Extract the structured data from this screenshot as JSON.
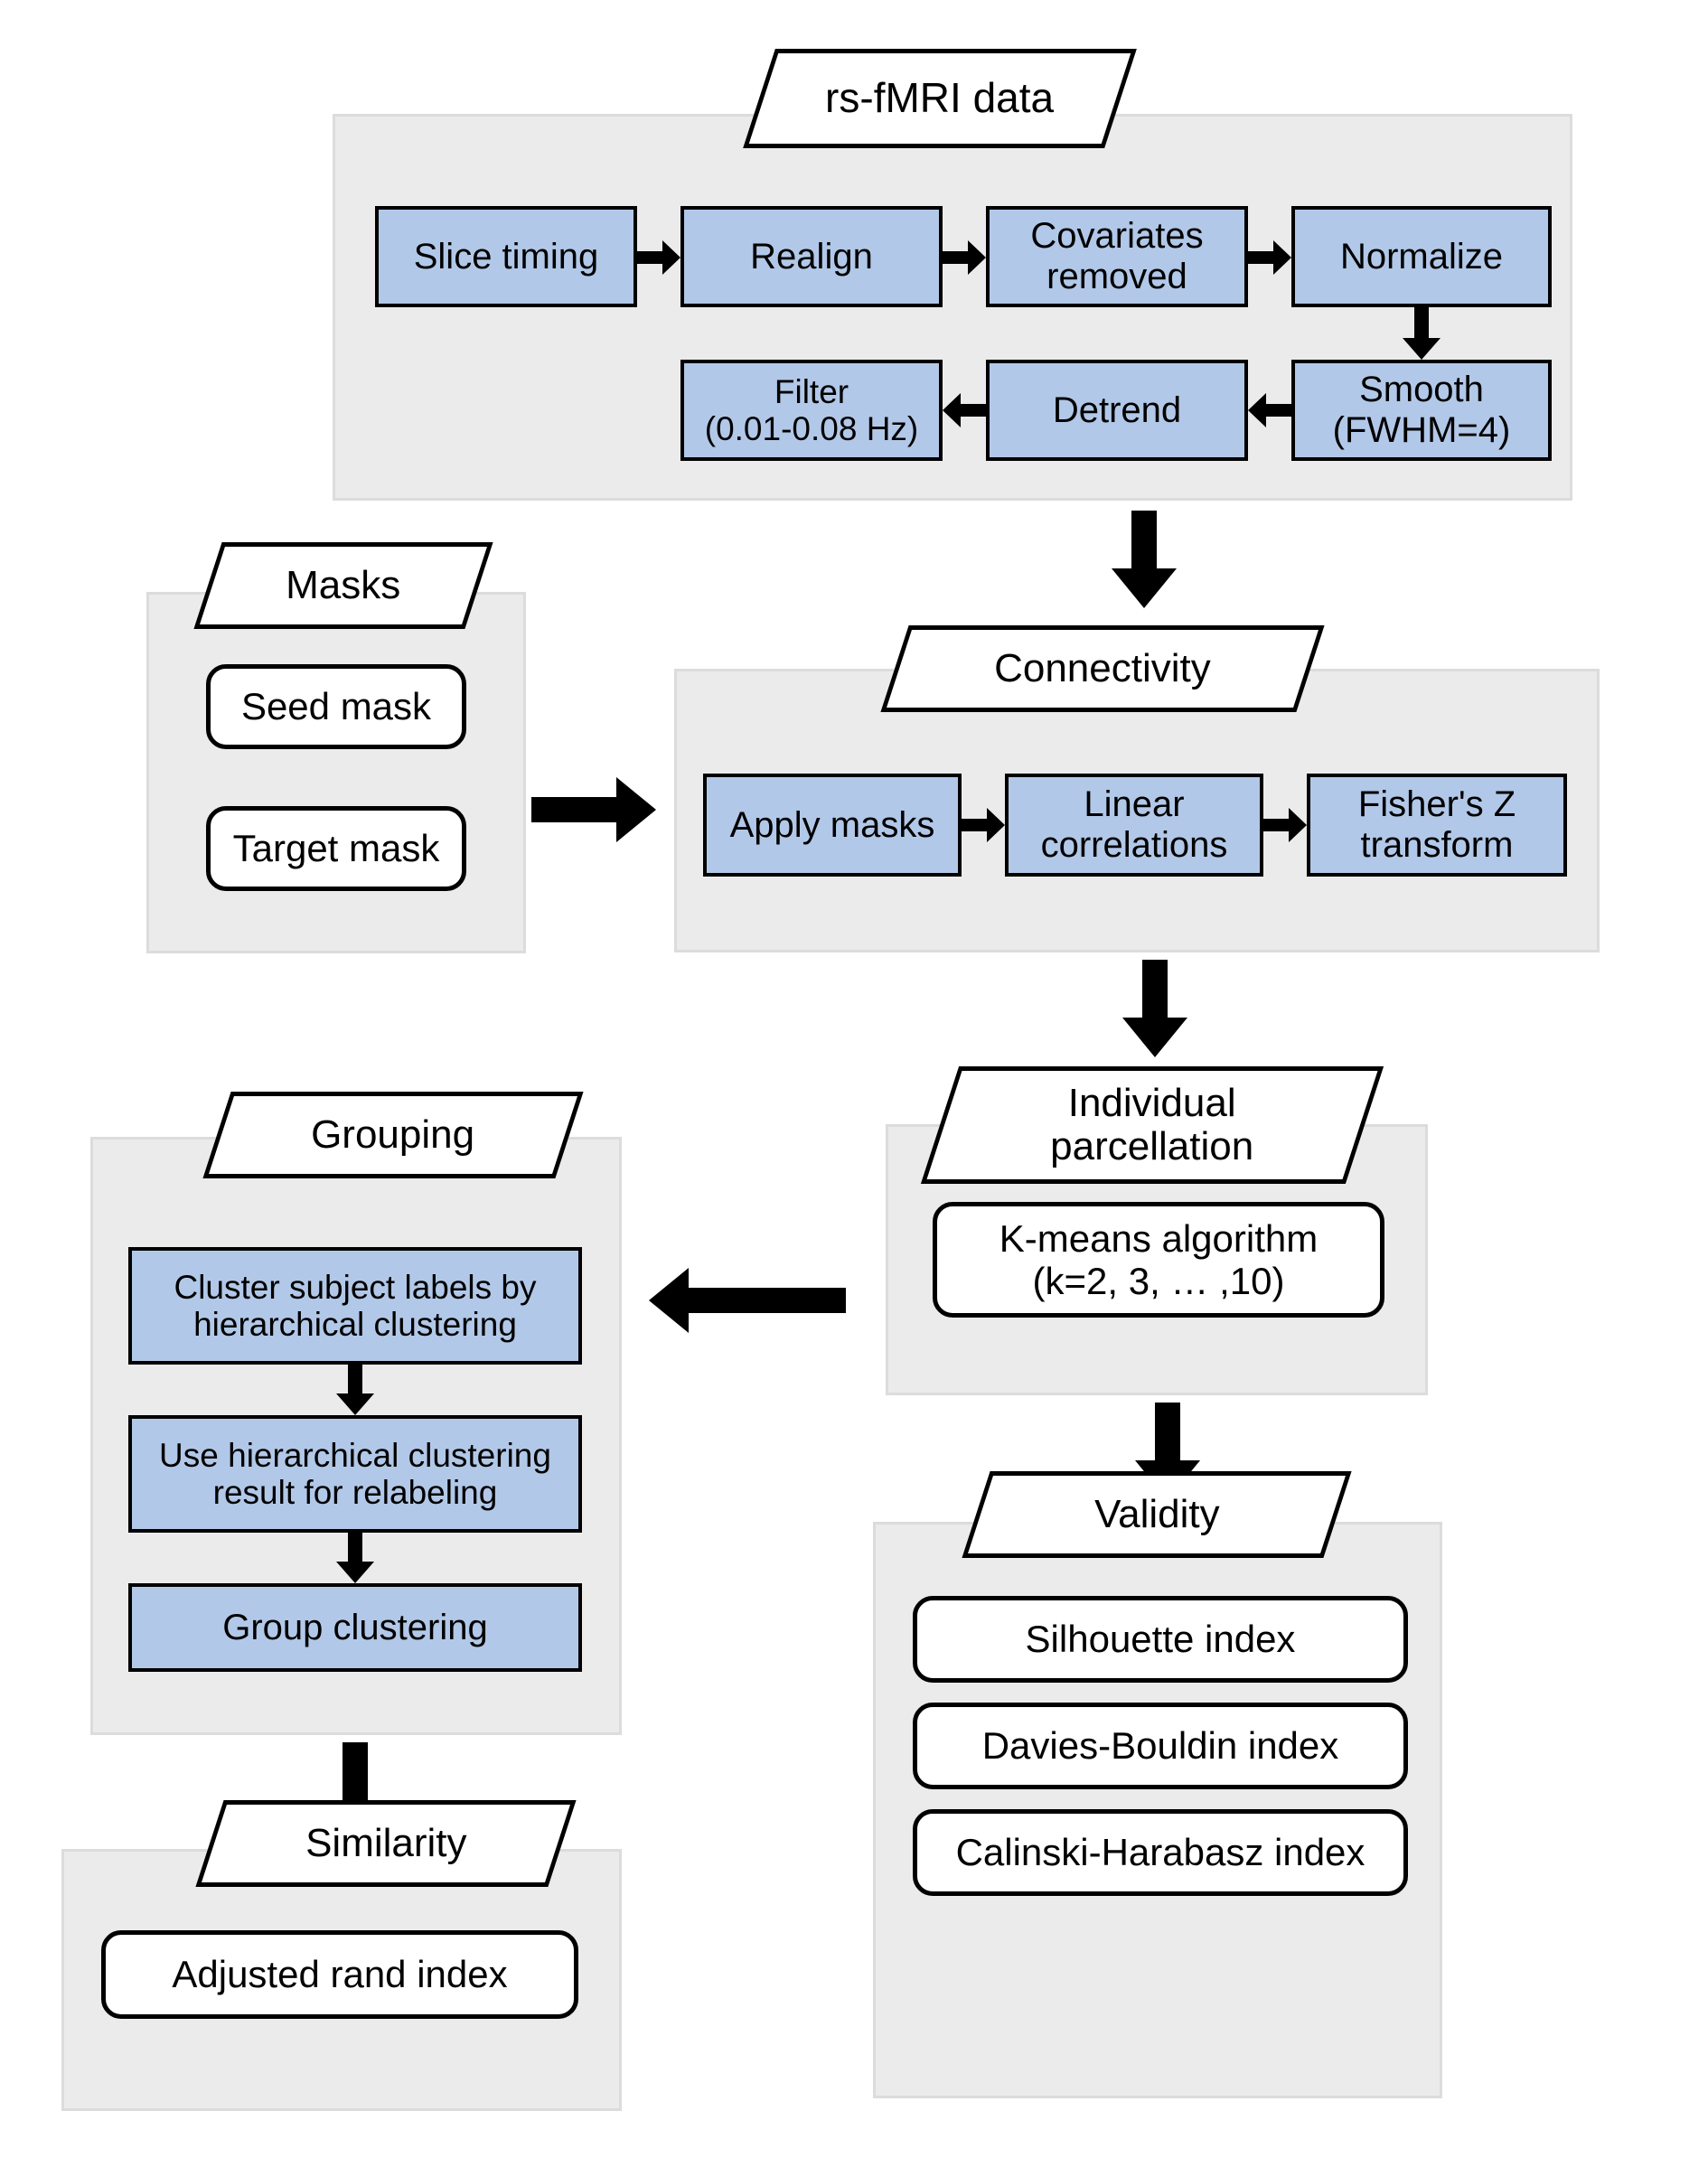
{
  "diagram": {
    "title": "rs-fMRI analysis pipeline flowchart",
    "colors": {
      "process_box_fill": "#b2c8e8",
      "panel_fill": "#ebebeb",
      "panel_border": "#dcdcdc",
      "outline": "#000000",
      "background": "#ffffff"
    }
  },
  "preprocessing": {
    "banner": "rs-fMRI data",
    "steps": [
      {
        "label": "Slice timing"
      },
      {
        "label": "Realign"
      },
      {
        "label": "Covariates\nremoved"
      },
      {
        "label": "Normalize"
      },
      {
        "label": "Smooth\n(FWHM=4)"
      },
      {
        "label": "Detrend"
      },
      {
        "label": "Filter\n(0.01-0.08 Hz)"
      }
    ]
  },
  "masks": {
    "banner": "Masks",
    "items": [
      {
        "label": "Seed mask"
      },
      {
        "label": "Target mask"
      }
    ]
  },
  "connectivity": {
    "banner": "Connectivity",
    "steps": [
      {
        "label": "Apply masks"
      },
      {
        "label": "Linear\ncorrelations"
      },
      {
        "label": "Fisher's Z\ntransform"
      }
    ]
  },
  "individual_parcellation": {
    "banner": "Individual\nparcellation",
    "items": [
      {
        "label": "K-means algorithm\n(k=2, 3, … ,10)"
      }
    ]
  },
  "grouping": {
    "banner": "Grouping",
    "steps": [
      {
        "label": "Cluster subject labels by\nhierarchical clustering"
      },
      {
        "label": "Use hierarchical clustering\nresult for relabeling"
      },
      {
        "label": "Group clustering"
      }
    ]
  },
  "validity": {
    "banner": "Validity",
    "items": [
      {
        "label": "Silhouette index"
      },
      {
        "label": "Davies-Bouldin index"
      },
      {
        "label": "Calinski-Harabasz index"
      }
    ]
  },
  "similarity": {
    "banner": "Similarity",
    "items": [
      {
        "label": "Adjusted rand index"
      }
    ]
  }
}
